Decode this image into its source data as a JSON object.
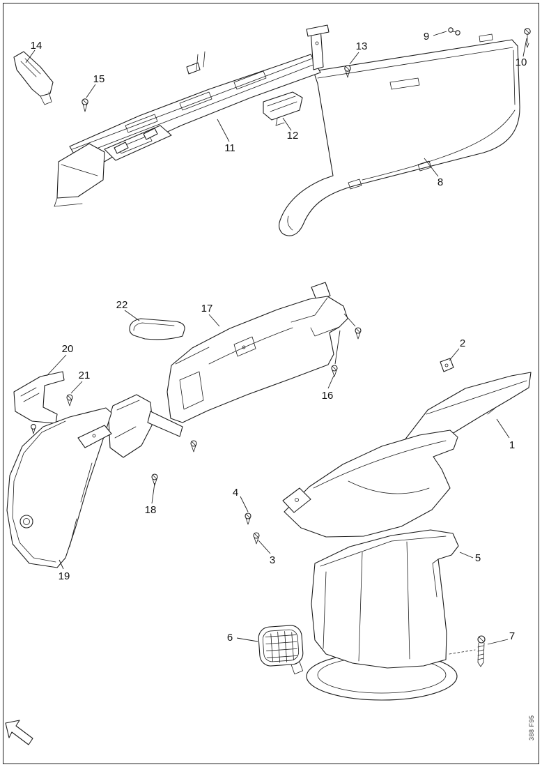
{
  "figure": {
    "corner_code": "388 F95"
  },
  "callouts": {
    "c1": "1",
    "c2": "2",
    "c3": "3",
    "c4": "4",
    "c5": "5",
    "c6": "6",
    "c7": "7",
    "c8": "8",
    "c9": "9",
    "c10": "10",
    "c11": "11",
    "c12": "12",
    "c13": "13",
    "c14": "14",
    "c15": "15",
    "c16": "16",
    "c17": "17",
    "c18": "18",
    "c19": "19",
    "c20": "20",
    "c21": "21",
    "c22": "22"
  }
}
